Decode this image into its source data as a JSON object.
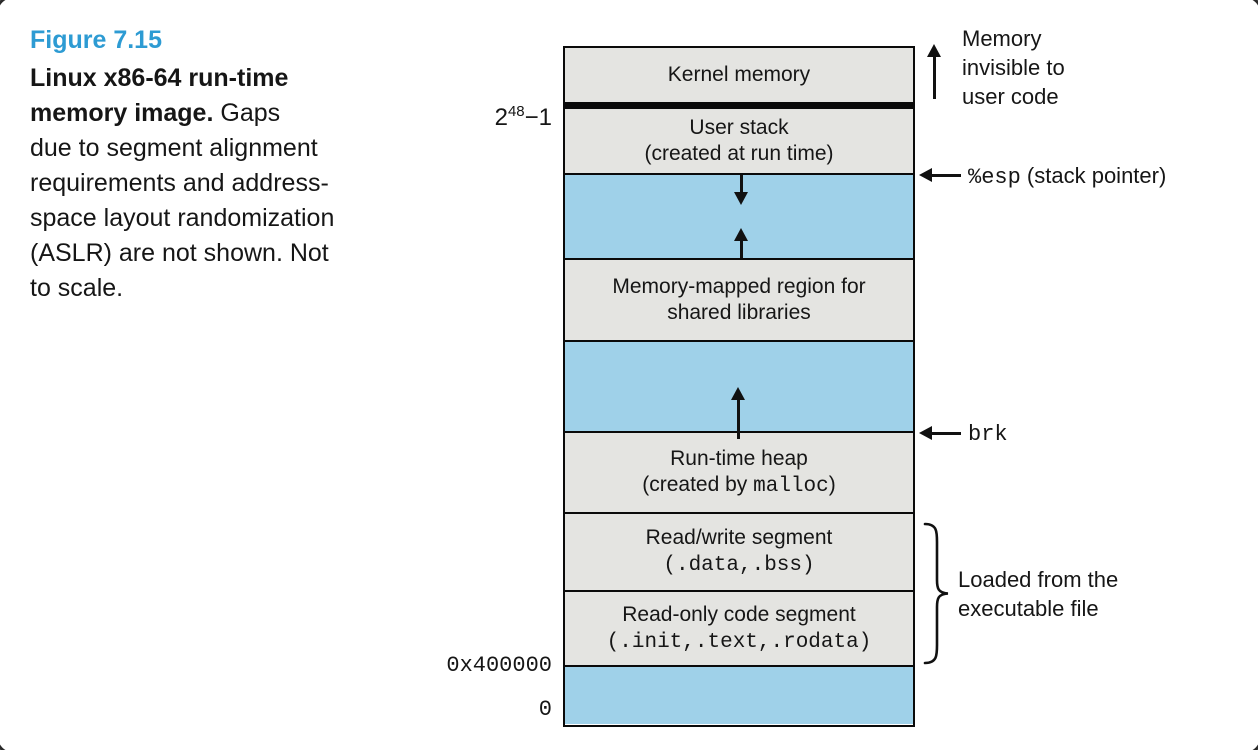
{
  "figure_caption": {
    "label": "Figure 7.15",
    "lines": [
      {
        "bold": "Linux x86-64 run-time",
        "rest": ""
      },
      {
        "bold": "memory image.",
        "rest": " Gaps"
      },
      {
        "bold": "",
        "rest": "due to segment alignment"
      },
      {
        "bold": "",
        "rest": "requirements and address-"
      },
      {
        "bold": "",
        "rest": "space layout randomization"
      },
      {
        "bold": "",
        "rest": "(ASLR) are not shown. Not"
      },
      {
        "bold": "",
        "rest": "to scale."
      }
    ]
  },
  "segments": {
    "kernel": {
      "label": "Kernel memory"
    },
    "user_stack": {
      "line1": "User stack",
      "line2": "(created at run time)"
    },
    "mmap": {
      "line1": "Memory-mapped region for",
      "line2": "shared libraries"
    },
    "heap": {
      "line1": "Run-time heap",
      "line2_pre": "(created by ",
      "line2_code": "malloc",
      "line2_post": ")"
    },
    "rw": {
      "line1": "Read/write segment",
      "line2_code": "(.data,.bss)"
    },
    "ro": {
      "line1": "Read-only code segment",
      "line2_code": "(.init,.text,.rodata)"
    }
  },
  "address_labels": {
    "top_base": "2",
    "top_exponent": "48",
    "top_suffix": "−1",
    "code_start": "0x400000",
    "zero": "0"
  },
  "annotations": {
    "memory_invisible_l1": "Memory",
    "memory_invisible_l2": "invisible to",
    "memory_invisible_l3": "user code",
    "stack_pointer_code": "%esp",
    "stack_pointer_rest": " (stack pointer)",
    "brk": "brk",
    "loaded_l1": "Loaded from the",
    "loaded_l2": "executable file"
  },
  "colors": {
    "caption_label_blue": "#2d9bd3",
    "segment_gray": "#e4e4e1",
    "segment_blue": "#9fd1e9",
    "line_black": "#0a0a0a"
  }
}
